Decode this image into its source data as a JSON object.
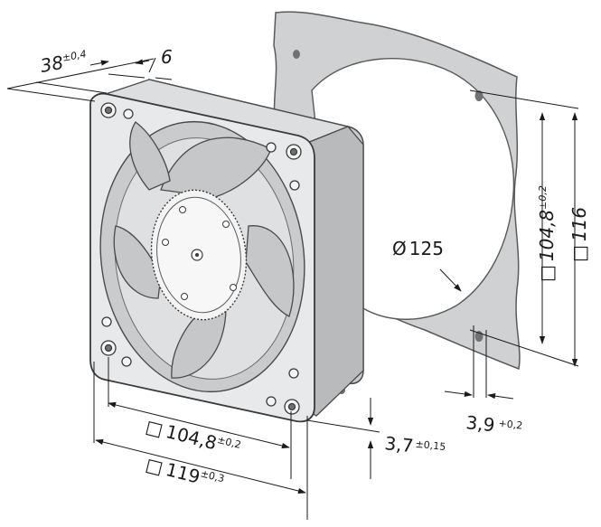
{
  "drawing": {
    "colors": {
      "panel_fill": "#cfd1d3",
      "panel_edge": "#5a5a5a",
      "fan_light": "#e8e9ea",
      "fan_mid": "#c9cbcd",
      "fan_dark": "#9a9c9e",
      "hub_fill": "#f4f4f4",
      "line": "#1a1a1a"
    },
    "dimensions": {
      "depth": {
        "value": "38",
        "tol": "±0,4"
      },
      "flange": {
        "value": "6"
      },
      "cutout_diameter": {
        "symbol": "Ø",
        "value": "125"
      },
      "hole_pitch_right": {
        "symbol": "□",
        "value": "104,8",
        "tol": "±0,2"
      },
      "panel_outer_right": {
        "symbol": "□",
        "value": "116"
      },
      "hole_pitch_front": {
        "symbol": "□",
        "value": "104,8",
        "tol": "±0,2"
      },
      "frame_size": {
        "symbol": "□",
        "value": "119",
        "tol": "±0,3"
      },
      "hole_dia_front": {
        "value": "3,7",
        "tol": "±0,15"
      },
      "hole_dia_panel": {
        "value": "3,9",
        "tol": "+0,2"
      }
    }
  }
}
